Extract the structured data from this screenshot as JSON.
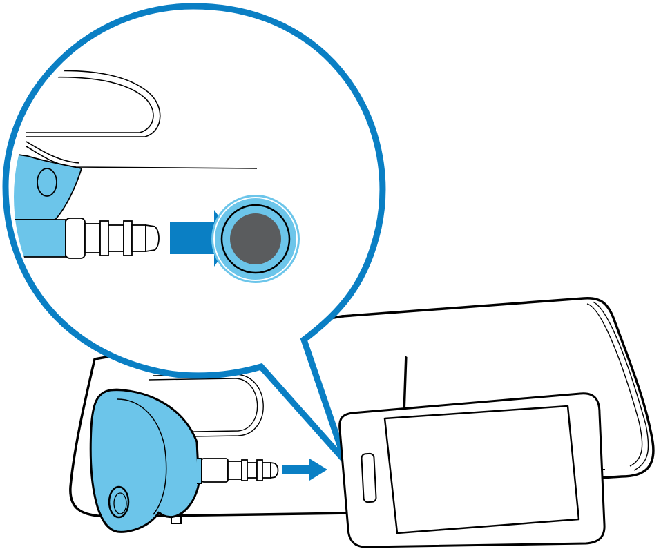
{
  "diagram": {
    "callout_color": "#0a7fc4",
    "accent_light_blue": "#6cc5ea",
    "jack_hole_color": "#5a5c5e",
    "outline_color": "#000000",
    "background_color": "#ffffff",
    "elements": [
      {
        "name": "device-base-unit",
        "icon": "device-body"
      },
      {
        "name": "audio-plug-adapter",
        "icon": "plug-adapter"
      },
      {
        "name": "smartphone",
        "icon": "smartphone"
      },
      {
        "name": "insert-arrow",
        "icon": "arrow-right"
      },
      {
        "name": "zoom-callout",
        "icon": "magnifier-callout"
      },
      {
        "name": "headphone-jack-port",
        "icon": "jack-socket"
      }
    ]
  }
}
